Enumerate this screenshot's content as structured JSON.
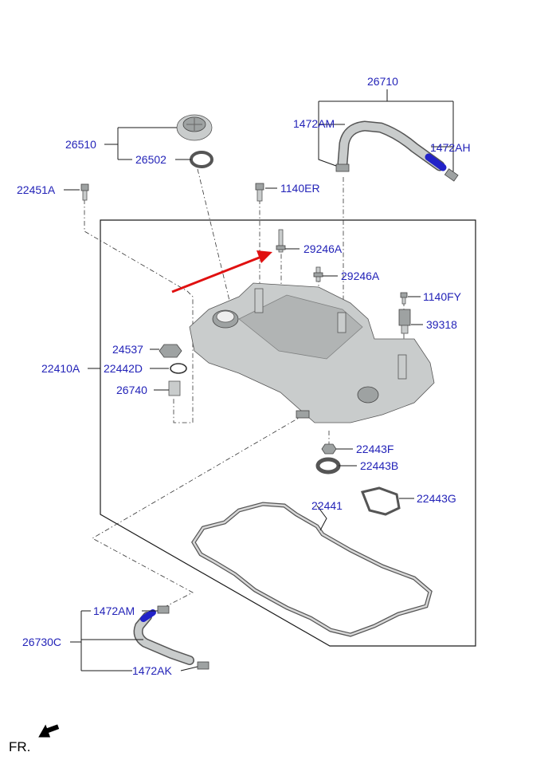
{
  "labels": {
    "p26710": "26710",
    "p1472AM_top": "1472AM",
    "p1472AH": "1472AH",
    "p26510": "26510",
    "p26502": "26502",
    "p22451A": "22451A",
    "p1140ER": "1140ER",
    "p29246A_1": "29246A",
    "p29246A_2": "29246A",
    "p1140FY": "1140FY",
    "p39318": "39318",
    "p24537": "24537",
    "p22410A": "22410A",
    "p22442D": "22442D",
    "p26740": "26740",
    "p22443F": "22443F",
    "p22443B": "22443B",
    "p22443G": "22443G",
    "p22441": "22441",
    "p1472AM_bottom": "1472AM",
    "p26730C": "26730C",
    "p1472AK": "1472AK"
  },
  "orientation": {
    "label": "FR.",
    "arrow_icon": "front-direction-arrow-icon"
  },
  "colors": {
    "label_text": "#2323b8",
    "pointer_arrow": "#e01010",
    "line": "#1a1a1a"
  }
}
